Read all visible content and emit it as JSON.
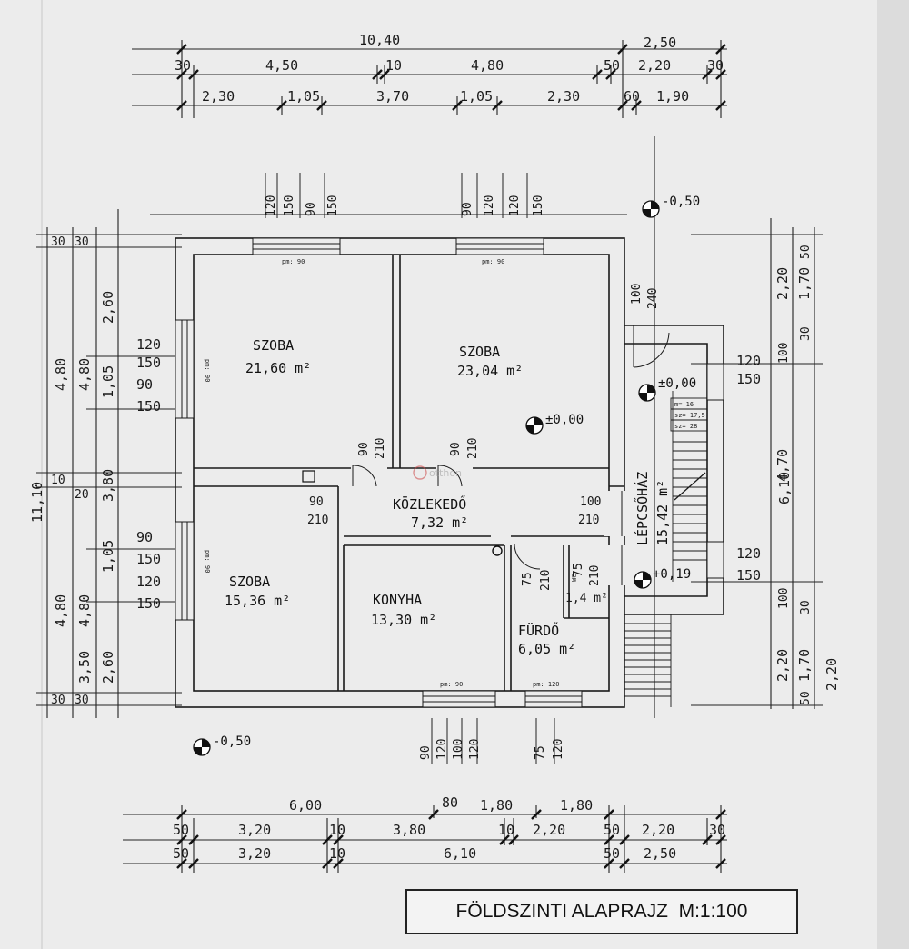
{
  "title": "FÖLDSZINTI ALAPRAJZ  M:1:100",
  "rooms": [
    {
      "name": "SZOBA",
      "area": "21,60 m²"
    },
    {
      "name": "SZOBA",
      "area": "23,04 m²"
    },
    {
      "name": "SZOBA",
      "area": "15,36 m²"
    },
    {
      "name": "KONYHA",
      "area": "13,30 m²"
    },
    {
      "name": "KÖZLEKEDŐ",
      "area": "7,32 m²"
    },
    {
      "name": "FÜRDŐ",
      "area": "6,05 m²"
    },
    {
      "name": "LÉPCSŐHÁZ",
      "area": "15,42 m²"
    },
    {
      "name": "WC",
      "area": "1,4 m²"
    }
  ],
  "levels": [
    "-0,50",
    "±0,00",
    "±0,00",
    "+0,19",
    "-0,50"
  ],
  "window_tags": [
    "pm: 90",
    "pm: 90",
    "pm: 90",
    "pm: 90",
    "pm: 90",
    "pm: 120"
  ],
  "stair_tags": [
    "m= 16",
    "sz= 17,5",
    "sz= 28"
  ],
  "watermark": "otthon",
  "top_dims": {
    "row1": [
      "10,40",
      "2,50"
    ],
    "row2": [
      "30",
      "4,50",
      "10",
      "4,80",
      "50",
      "2,20",
      "30"
    ],
    "row3": [
      "2,30",
      "1,05",
      "3,70",
      "1,05",
      "2,30",
      "60",
      "1,90"
    ]
  },
  "bottom_dims": {
    "row1": [
      "6,00",
      "80",
      "1,80",
      "1,80"
    ],
    "row2": [
      "50",
      "3,20",
      "10",
      "3,80",
      "10",
      "2,20",
      "50",
      "2,20",
      "30"
    ],
    "row3": [
      "50",
      "3,20",
      "10",
      "6,10",
      "50",
      "2,50"
    ]
  },
  "left_dims": {
    "outer": "11,10",
    "mid": [
      "4,80",
      "4,80"
    ],
    "inner": [
      "2,60",
      "1,05",
      "3,80",
      "1,05",
      "3,50",
      "2,60"
    ],
    "small": [
      "30",
      "30",
      "10",
      "20",
      "30",
      "30"
    ],
    "window": [
      "120",
      "150",
      "90",
      "150",
      "90",
      "150",
      "120",
      "150"
    ]
  },
  "right_dims": {
    "outer": [
      "6,10",
      "2,20"
    ],
    "mid": [
      "2,20",
      "1,70",
      "4,70",
      "2,20",
      "1,70"
    ],
    "small": [
      "50",
      "30",
      "100",
      "100",
      "30",
      "50"
    ],
    "window": [
      "120",
      "150",
      "120",
      "150"
    ]
  },
  "door_dims": {
    "top1": [
      "120",
      "150",
      "90",
      "150"
    ],
    "top2": [
      "90",
      "120",
      "120",
      "150"
    ],
    "stair": [
      "100",
      "240"
    ],
    "inner": [
      "90",
      "210",
      "90",
      "210",
      "90",
      "210",
      "100",
      "210",
      "75",
      "210",
      "75",
      "210"
    ],
    "bottom": [
      "90",
      "120",
      "100",
      "120",
      "75",
      "120"
    ]
  }
}
